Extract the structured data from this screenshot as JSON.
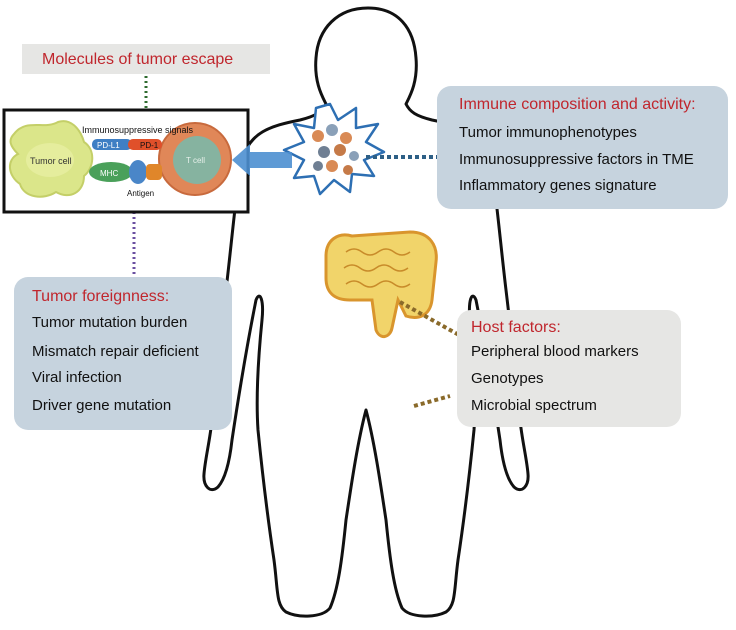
{
  "escape": {
    "title": "Molecules of tumor escape"
  },
  "inset": {
    "signals_label": "Immunosuppressive signals",
    "tumor_cell_label": "Tumor cell",
    "pdl1_label": "PD-L1",
    "pd1_label": "PD-1",
    "tcell_label": "T cell",
    "mhc_label": "MHC",
    "antigen_label": "Antigen"
  },
  "immune": {
    "title": "Immune composition and activity:",
    "items": [
      "Tumor immunophenotypes",
      "Immunosuppressive factors in TME",
      "Inflammatory genes signature"
    ]
  },
  "foreign": {
    "title": "Tumor foreignness:",
    "items": [
      "Tumor mutation burden",
      "Mismatch repair deficient",
      "Viral infection",
      "Driver gene mutation"
    ]
  },
  "host": {
    "title": "Host factors:",
    "items": [
      "Peripheral blood markers",
      "Genotypes",
      "Microbial spectrum"
    ]
  },
  "colors": {
    "title_red": "#c0262d",
    "blue_box": "#c6d3de",
    "gray_box": "#e6e6e4",
    "green_dots": "#2f6b2f",
    "purple_dots": "#6a4fa0",
    "navy_dots": "#2d5f86",
    "brown_dots": "#8a6a2a",
    "intestine": "#f1d46a"
  },
  "icons": [
    "human-body-outline",
    "tumor-star-icon",
    "intestine-icon",
    "tumor-cell",
    "t-cell",
    "blue-arrow-icon"
  ]
}
